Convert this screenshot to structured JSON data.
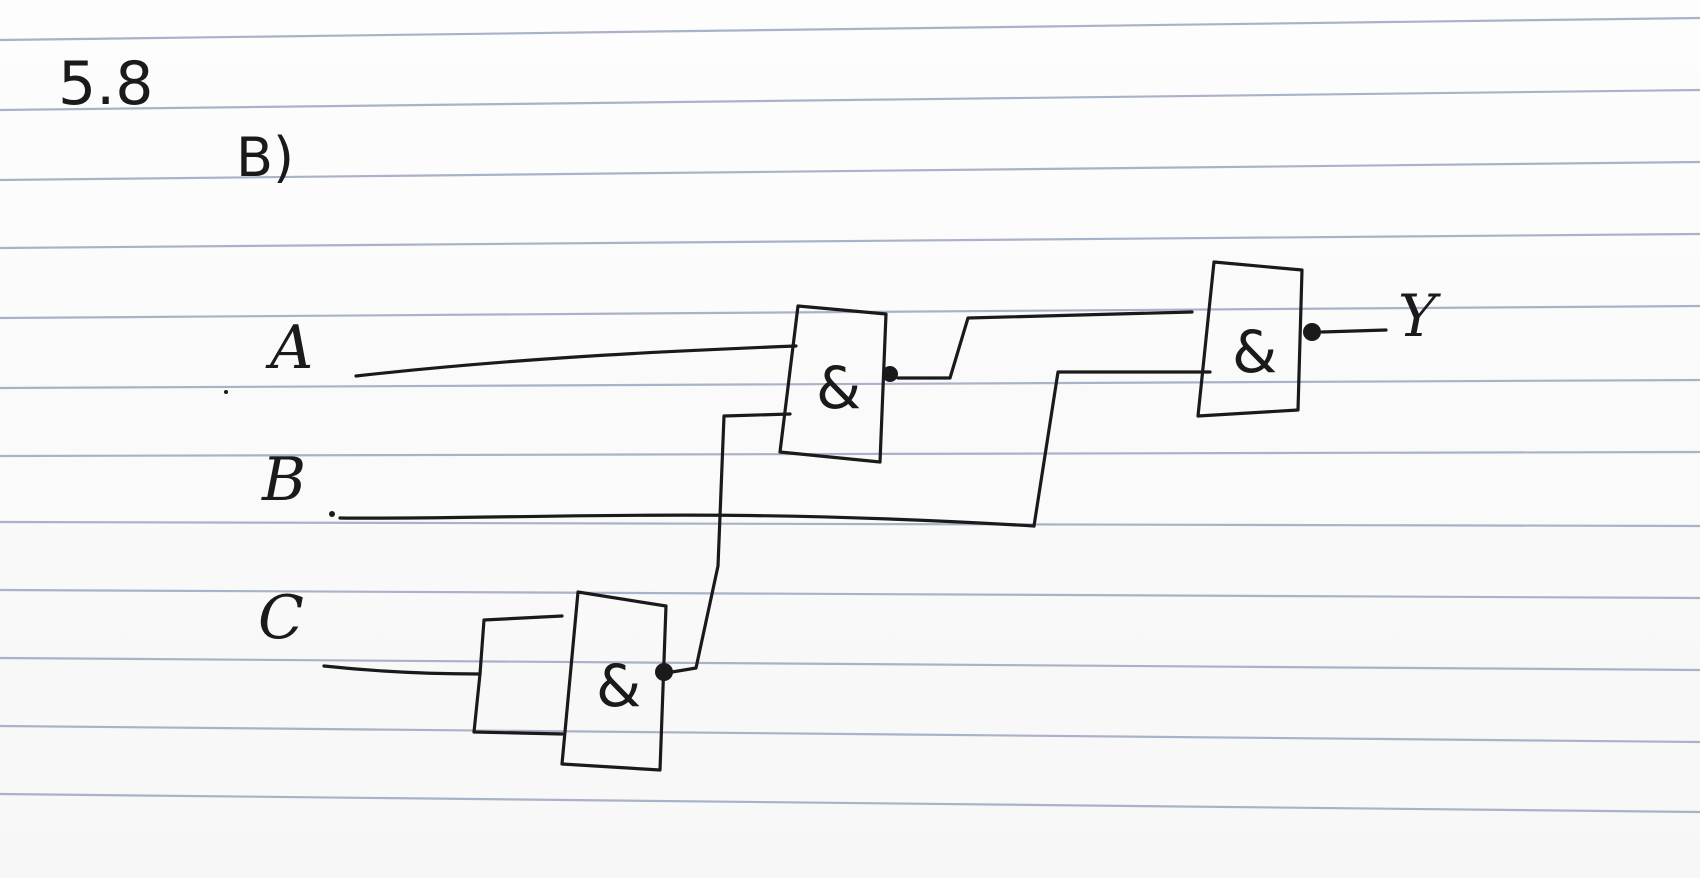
{
  "header": {
    "exercise_number": "5.8",
    "part_label": "B)"
  },
  "inputs": {
    "a": "A",
    "b": "B",
    "c": "C"
  },
  "output": {
    "y": "Y"
  },
  "gates": {
    "gate1_symbol": "&",
    "gate2_symbol": "&",
    "gate3_symbol": "&"
  }
}
